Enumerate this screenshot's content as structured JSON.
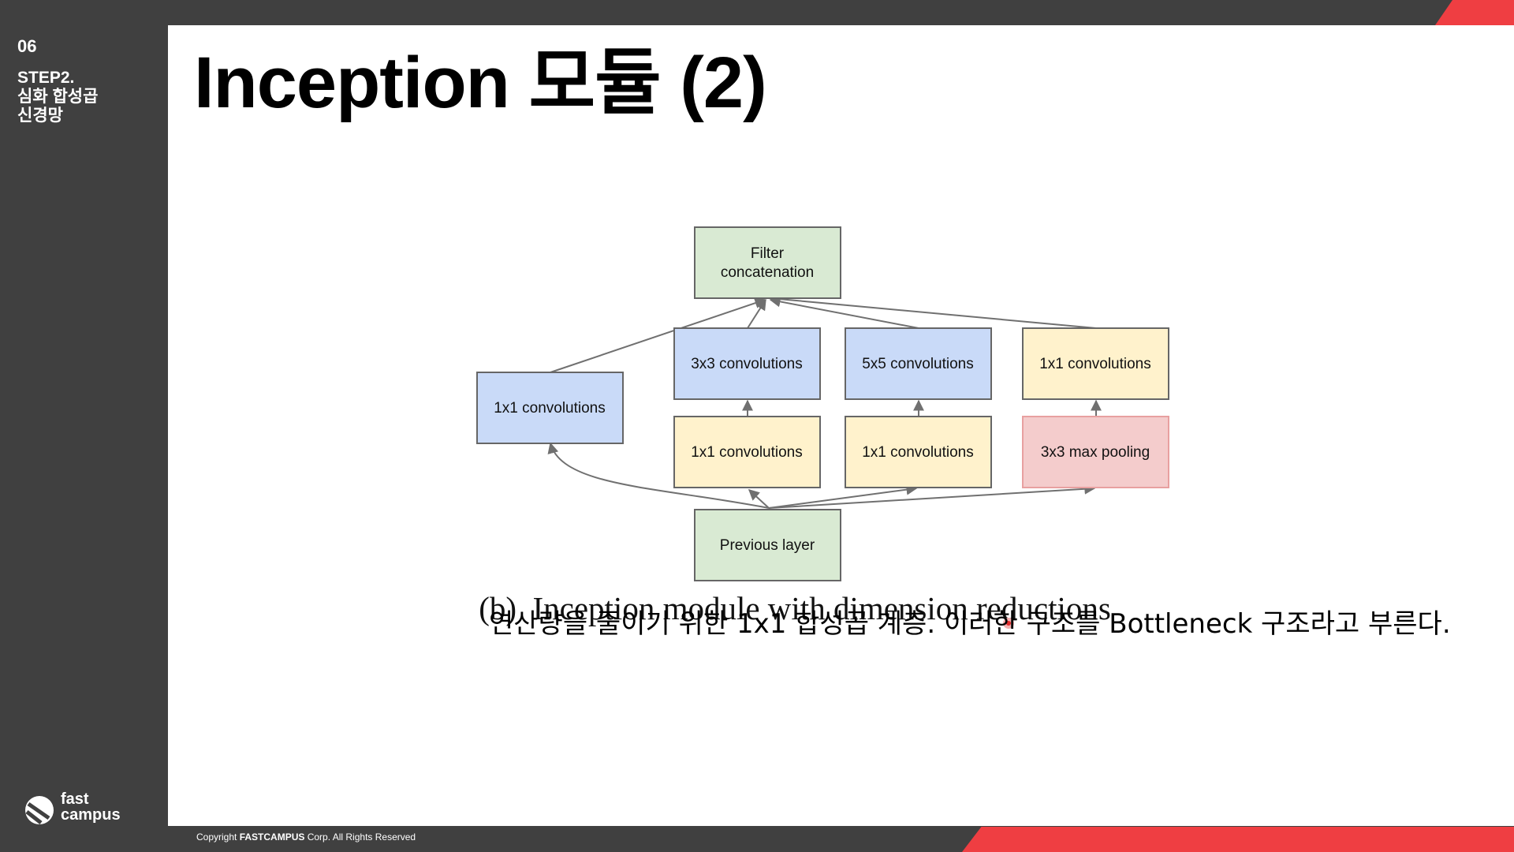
{
  "sidebar": {
    "section_number": "06",
    "section_title": [
      "STEP2.",
      "심화 합성곱",
      "신경망"
    ],
    "logo": [
      "fast",
      "campus"
    ]
  },
  "slide": {
    "title": "Inception 모듈 (2)",
    "figure_caption": "(b)  Inception module with dimension reductions",
    "body_text": "연산량을 줄이기 위한 1x1 합성곱 계층. 이러한 구조를 Bottleneck 구조라고 부른다."
  },
  "diagram": {
    "nodes": {
      "filter_concat": [
        "Filter",
        "concatenation"
      ],
      "conv_a": "1x1 convolutions",
      "conv_3x3": "3x3 convolutions",
      "conv_5x5": "5x5 convolutions",
      "conv_pool_proj": "1x1 convolutions",
      "reduce_3x3": "1x1 convolutions",
      "reduce_5x5": "1x1 convolutions",
      "max_pool": "3x3 max pooling",
      "previous_layer": "Previous layer"
    },
    "colors": {
      "green_box": "#d9ead3",
      "blue_box": "#c9daf8",
      "yellow_box": "#fff2cc",
      "red_box": "#f4cccc"
    }
  },
  "footer": {
    "copyright_prefix": "Copyright ",
    "copyright_brand": "FASTCAMPUS",
    "copyright_suffix": " Corp. All Rights Reserved"
  },
  "colors": {
    "background": "#404040",
    "accent": "#ef3e42",
    "slide": "#ffffff"
  }
}
